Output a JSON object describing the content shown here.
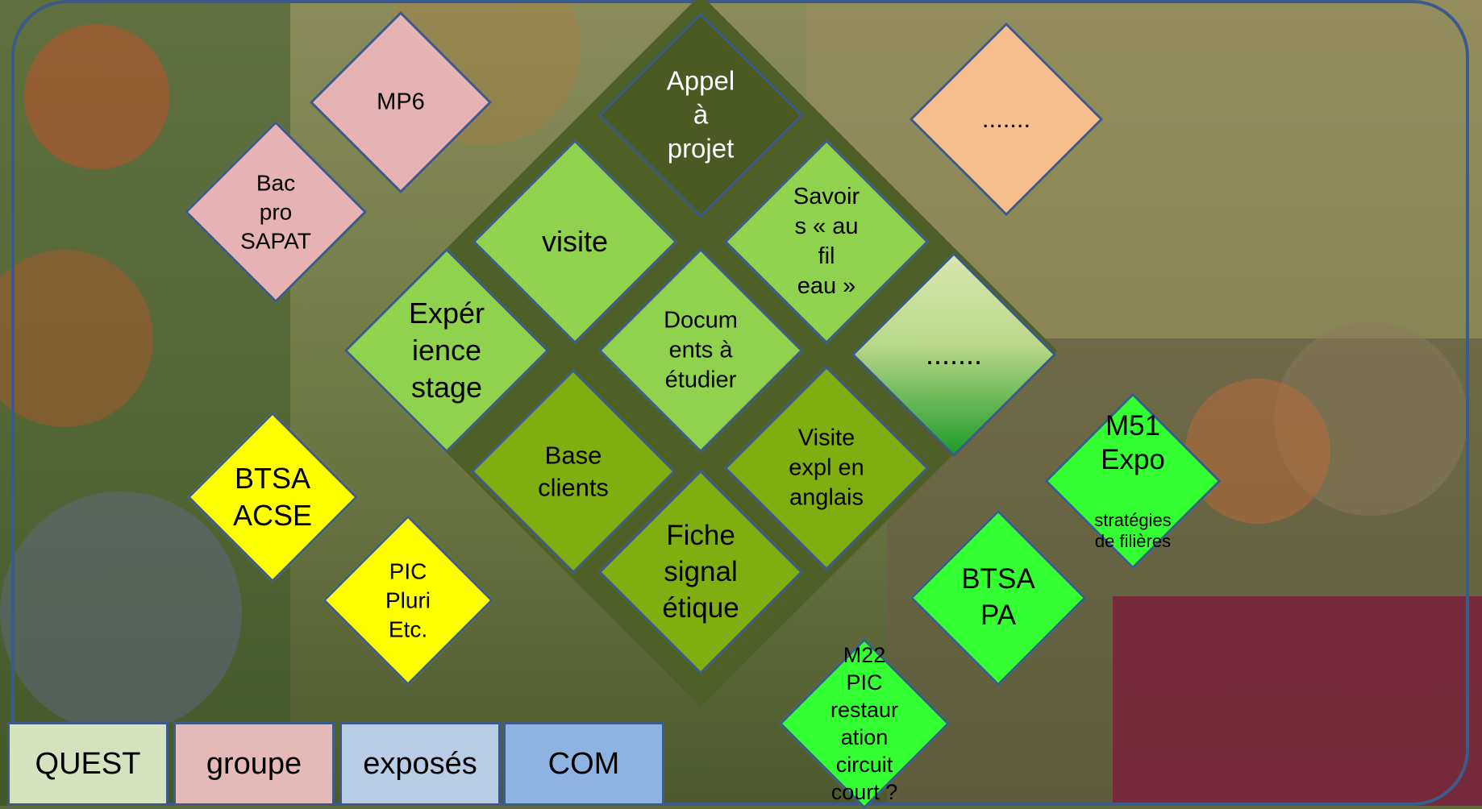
{
  "nodes": {
    "appel": "Appel\nà\nprojet",
    "savoirs": "Savoir\ns « au\nfil\neau »",
    "visite": "visite",
    "experience": "Expér\nience\nstage",
    "documents": "Docum\nents à\nétudier",
    "dots_center": ".......",
    "base_clients": "Base\nclients",
    "visite_expl": "Visite\nexpl en\nanglais",
    "fiche": "Fiche\nsignal\nétique"
  },
  "side_nodes": {
    "mp6": "MP6",
    "bac_pro": "Bac\npro\nSAPAT",
    "dots_orange": ".......",
    "btsa_acse": "BTSA\nACSE",
    "pic_pluri": "PIC\nPluri\nEtc.",
    "m51_title": "M51\nExpo",
    "m51_sub": "stratégies\nde filières",
    "btsa_pa": "BTSA\nPA",
    "m22": "M22\nPIC\nrestaur\nation\ncircuit\ncourt ?"
  },
  "legend": {
    "quest": "QUEST",
    "groupe": "groupe",
    "exposes": "exposés",
    "com": "COM"
  },
  "colors": {
    "dark_olive": "#4f5f28",
    "dark_green": "#4a5a22",
    "light_green": "#8fd24e",
    "olive_green": "#80ad10",
    "pink": "#e6b2b3",
    "orange": "#f8bf8e",
    "yellow": "#ffff00",
    "bright_green": "#33ff33",
    "quest": "#d4e2bd",
    "groupe": "#e6b9b9",
    "exposes": "#b8cde4",
    "com": "#8db3e2"
  }
}
